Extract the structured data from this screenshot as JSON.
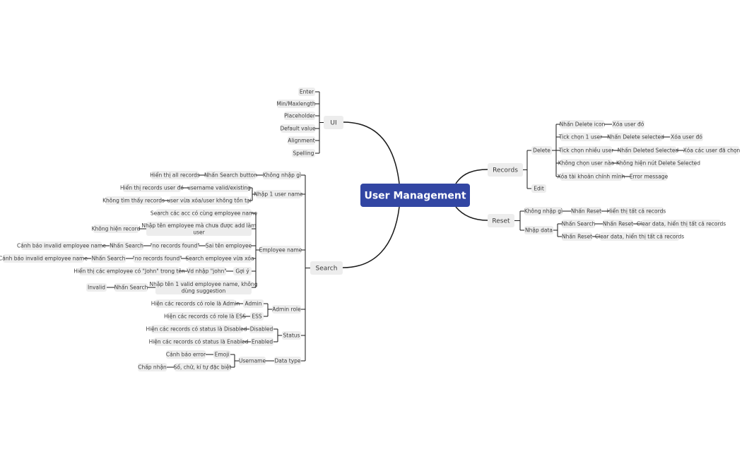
{
  "colors": {
    "background": "#ffffff",
    "root_fill": "#3246a3",
    "root_text": "#ffffff",
    "node_fill": "#ededed",
    "node_text": "#3a3a3a",
    "line": "#1a1a1a"
  },
  "root": {
    "text": "User Management"
  },
  "branches": {
    "ui": "UI",
    "records": "Records",
    "reset": "Reset",
    "search": "Search"
  },
  "ui": {
    "enter": "Enter",
    "minmax": "Min/Maxlength",
    "placeholder": "Placeholder",
    "default_value": "Default value",
    "alignment": "Alignment",
    "spelling": "Spelling"
  },
  "records": {
    "delete": "Delete",
    "edit": "Edit",
    "d1a": "Nhấn Delete icon",
    "d1b": "Xóa user đó",
    "d2a": "Tick chọn 1 user",
    "d2b": "Nhấn Delete selected",
    "d2c": "Xóa user đó",
    "d3a": "Tick chọn nhiều user",
    "d3b": "Nhấn Deleted Selected",
    "d3c": "Xóa các user đã chọn",
    "d4a": "Không chọn user nào",
    "d4b": "Không hiện nút Delete Selected",
    "d5a": "Xóa tài khoản chính mình",
    "d5b": "Error message"
  },
  "reset": {
    "kn": "Không nhập gì",
    "kn1": "Nhấn Reset",
    "kn2": "Hiển thị tất cả records",
    "nd": "Nhập data",
    "nd_a1": "Nhấn Search",
    "nd_a2": "Nhấn Reset",
    "nd_a3": "Clear data, hiển thị tất cả records",
    "nd_b1": "Nhấn Reset",
    "nd_b2": "Clear data, hiển thị tất cả records"
  },
  "search": {
    "kng": "Không nhập gì",
    "kng1": "Nhấn Search button",
    "kng2": "Hiển thị all records",
    "n1u": "Nhập 1 user name",
    "n1u_a1": "username valid/existing",
    "n1u_a2": "Hiển thị records user đó",
    "n1u_b1": "user vừa xóa/user không tồn tại",
    "n1u_b2": "Không tìm thấy records",
    "emp": "Employee name",
    "emp1": "Search các acc có cùng employee name",
    "emp2a": "Nhập tên employee mà chưa được add làm user",
    "emp2b": "Không hiện record",
    "emp3a": "Sai tên employee",
    "emp3b": "\"no records found\"",
    "emp3c": "Nhấn Search",
    "emp3d": "Cảnh báo invalid employee name",
    "emp4a": "Search employee vừa xóa",
    "emp4b": "\"no records found\"",
    "emp4c": "Nhấn Search",
    "emp4d": "Cảnh báo invalid employee name",
    "emp5a": "Gợi ý",
    "emp5b": "Vd nhập \"john\"",
    "emp5c": "Hiển thị các employee có \"John\" trong tên",
    "emp6a": "Nhập tên 1 valid employee name, không dùng suggestion",
    "emp6b": "Nhấn Search",
    "emp6c": "Invalid",
    "admin_role": "Admin role",
    "ar1": "Admin",
    "ar1b": "Hiện các records có role là Admin",
    "ar2": "ESS",
    "ar2b": "Hiện các records có role là ESS",
    "status": "Status",
    "st1": "Disabled",
    "st1b": "Hiện các records có status là Disabled",
    "st2": "Enabled",
    "st2b": "Hiện các records có status là Enabled",
    "dtype": "Data type",
    "username": "Username",
    "un1": "Emoji",
    "un1b": "Cảnh báo error",
    "un2": "Số, chữ, kí tự đặc biệt",
    "un2b": "Chấp nhận"
  }
}
